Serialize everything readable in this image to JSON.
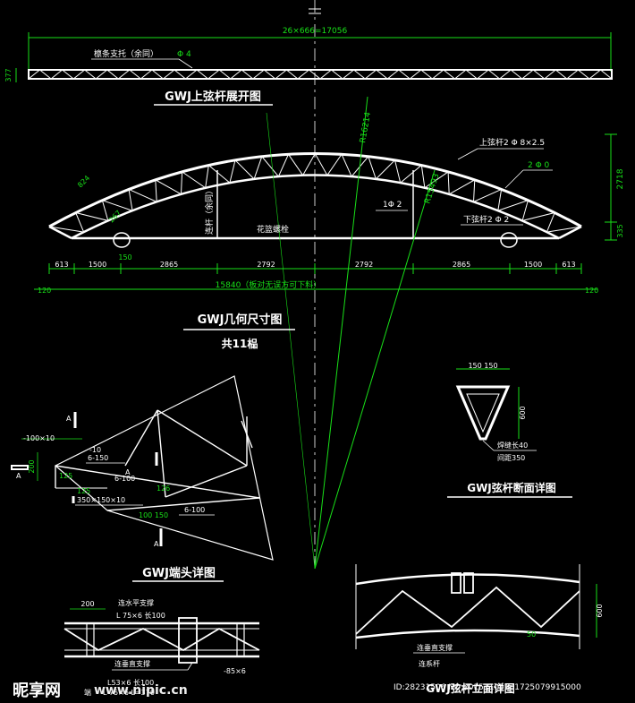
{
  "top_chord": {
    "dim_total": "26×666=17056",
    "dim_left": "377",
    "note": "檩条支托（余同）",
    "bar_mark": "Φ 4",
    "title": "GWJ上弦杆展开图"
  },
  "geometry": {
    "upper_chord_label": "上弦杆2 Φ 8×2.5",
    "web_label": "2 Φ 0",
    "web_label_left": "1Φ 2",
    "lower_chord_label": "下弦杆2 Φ 2",
    "left_upper_tag": "824",
    "left_lower_tag": "267",
    "ray_label_1": "R16214",
    "ray_label_2": "R15493",
    "vertical_tag": "连杆（余同）",
    "bolt_label": "花篮螺栓",
    "height_total": "2718",
    "height_end": "335",
    "bottom_150": "150",
    "dims_row": [
      "613",
      "1500",
      "2865",
      "2792",
      "2792",
      "2865",
      "1500",
      "613"
    ],
    "dim_120_left": "120",
    "dim_120_right": "120",
    "dim_total": "15840（板对无误方可下料）",
    "title": "GWJ几何尺寸图",
    "count": "共11榀"
  },
  "end_detail": {
    "labels": {
      "plate_100x10": "-100×10",
      "l200": "200",
      "m10": "-10",
      "m6_150": "6-150",
      "a1": "A",
      "a2": "A",
      "a3": "A",
      "a4": "A",
      "n125": "125",
      "m6_100": "6-100",
      "n125b": "125",
      "n350": "350×150×10",
      "m6_100b": "6-100",
      "n100_150": "100 150",
      "n126": "126"
    },
    "title": "GWJ端头详图"
  },
  "section": {
    "dim_top": "150 150",
    "dim_height": "600",
    "weld": "焊缝长40",
    "spacing": "间距350",
    "title": "GWJ弦杆断面详图"
  },
  "bottom_left": {
    "top_dim": "200",
    "brace_note": "连水平支撑",
    "angle1": "L 75×6 长100",
    "vert_brace": "连垂直支撑",
    "angle2": "L53×6 长100",
    "plate": "-85×6",
    "angle3": "L 75×6 L=370",
    "bottom_tag": "端"
  },
  "elevation": {
    "dim_right": "600",
    "dim_mid": "50",
    "vert_brace": "连垂直支撑",
    "tie": "连系杆",
    "title": "GWJ弦杆立面详图"
  },
  "watermark": {
    "logo": "昵享网",
    "url": "www.nipic.cn",
    "id": "ID:28231506 NO:20151105131725079915000"
  }
}
